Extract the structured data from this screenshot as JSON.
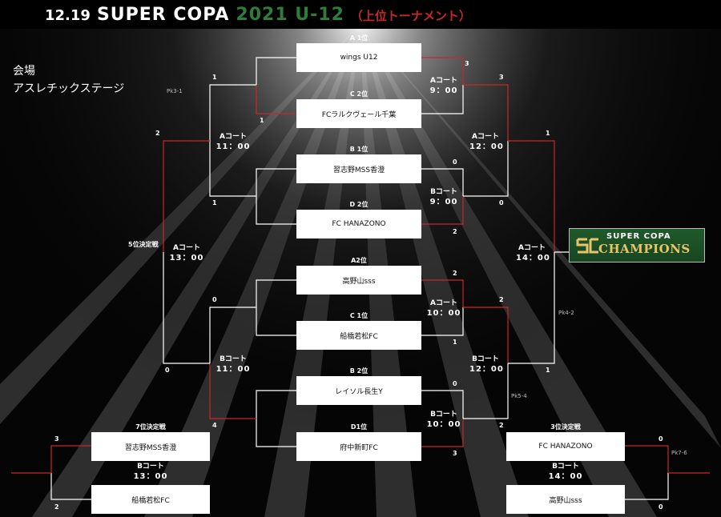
{
  "header": {
    "date": "12.19",
    "title": "SUPER COPA",
    "year": "2021 U-12",
    "subtitle": "（上位トーナメント）"
  },
  "venue": {
    "label": "会場",
    "name": "アスレチックステージ"
  },
  "teams": {
    "t1": {
      "seed": "A 1位",
      "name": "wings U12"
    },
    "t2": {
      "seed": "C 2位",
      "name": "FCラルクヴェール千葉"
    },
    "t3": {
      "seed": "B 1位",
      "name": "習志野MSS香澄"
    },
    "t4": {
      "seed": "D 2位",
      "name": "FC HANAZONO"
    },
    "t5": {
      "seed": "A2位",
      "name": "高野山sss"
    },
    "t6": {
      "seed": "C 1位",
      "name": "船橋若松FC"
    },
    "t7": {
      "seed": "B 2位",
      "name": "レイソル長生Y"
    },
    "t8": {
      "seed": "D1位",
      "name": "府中新町FC"
    }
  },
  "matches": {
    "qf1": {
      "court": "Aコート",
      "time": "9：00",
      "score_top": "3",
      "score_bottom": "1"
    },
    "qf2": {
      "court": "Bコート",
      "time": "9：00",
      "score_top": "0",
      "score_bottom": "2"
    },
    "qf3": {
      "court": "Aコート",
      "time": "10：00",
      "score_top": "2",
      "score_bottom": "1"
    },
    "qf4": {
      "court": "Bコート",
      "time": "10：00",
      "score_top": "0",
      "score_bottom": "3"
    },
    "sf1": {
      "court": "Aコート",
      "time": "12：00",
      "score_top": "3",
      "score_bottom": "0"
    },
    "sf2": {
      "court": "Bコート",
      "time": "12：00",
      "score_top": "2",
      "score_bottom": "2",
      "pk": "Pk5-4"
    },
    "final": {
      "court": "Aコート",
      "time": "14：00",
      "score_top": "1",
      "score_bottom": "1",
      "pk": "Pk4-2"
    },
    "cons1": {
      "court": "Aコート",
      "time": "11：00",
      "score_top": "1",
      "score_bottom": "1",
      "pk": "Pk3-1"
    },
    "cons2": {
      "court": "Bコート",
      "time": "11：00",
      "score_top": "0",
      "score_bottom": "4"
    },
    "fifth": {
      "label": "5位決定戦",
      "court": "Aコート",
      "time": "13：00",
      "score_top": "2",
      "score_bottom": "0"
    },
    "seventh": {
      "label": "7位決定戦",
      "court": "Bコート",
      "time": "13：00",
      "team_top": "習志野MSS香澄",
      "team_bottom": "船橋若松FC",
      "score_top": "3",
      "score_bottom": "2"
    },
    "third": {
      "label": "3位決定戦",
      "court": "Bコート",
      "time": "14：00",
      "team_top": "FC HANAZONO",
      "team_bottom": "高野山sss",
      "score_top": "0",
      "score_bottom": "0",
      "pk": "Pk7-6"
    }
  },
  "champions": {
    "line1": "SUPER COPA",
    "line2": "CHAMPIONS"
  },
  "colors": {
    "winner_line": "#c62828",
    "loser_line": "#ffffff",
    "year": "#2e7d3a",
    "subtitle": "#c62828",
    "champ_bg": "#1f5a2a",
    "champ_text": "#e9c46a"
  }
}
